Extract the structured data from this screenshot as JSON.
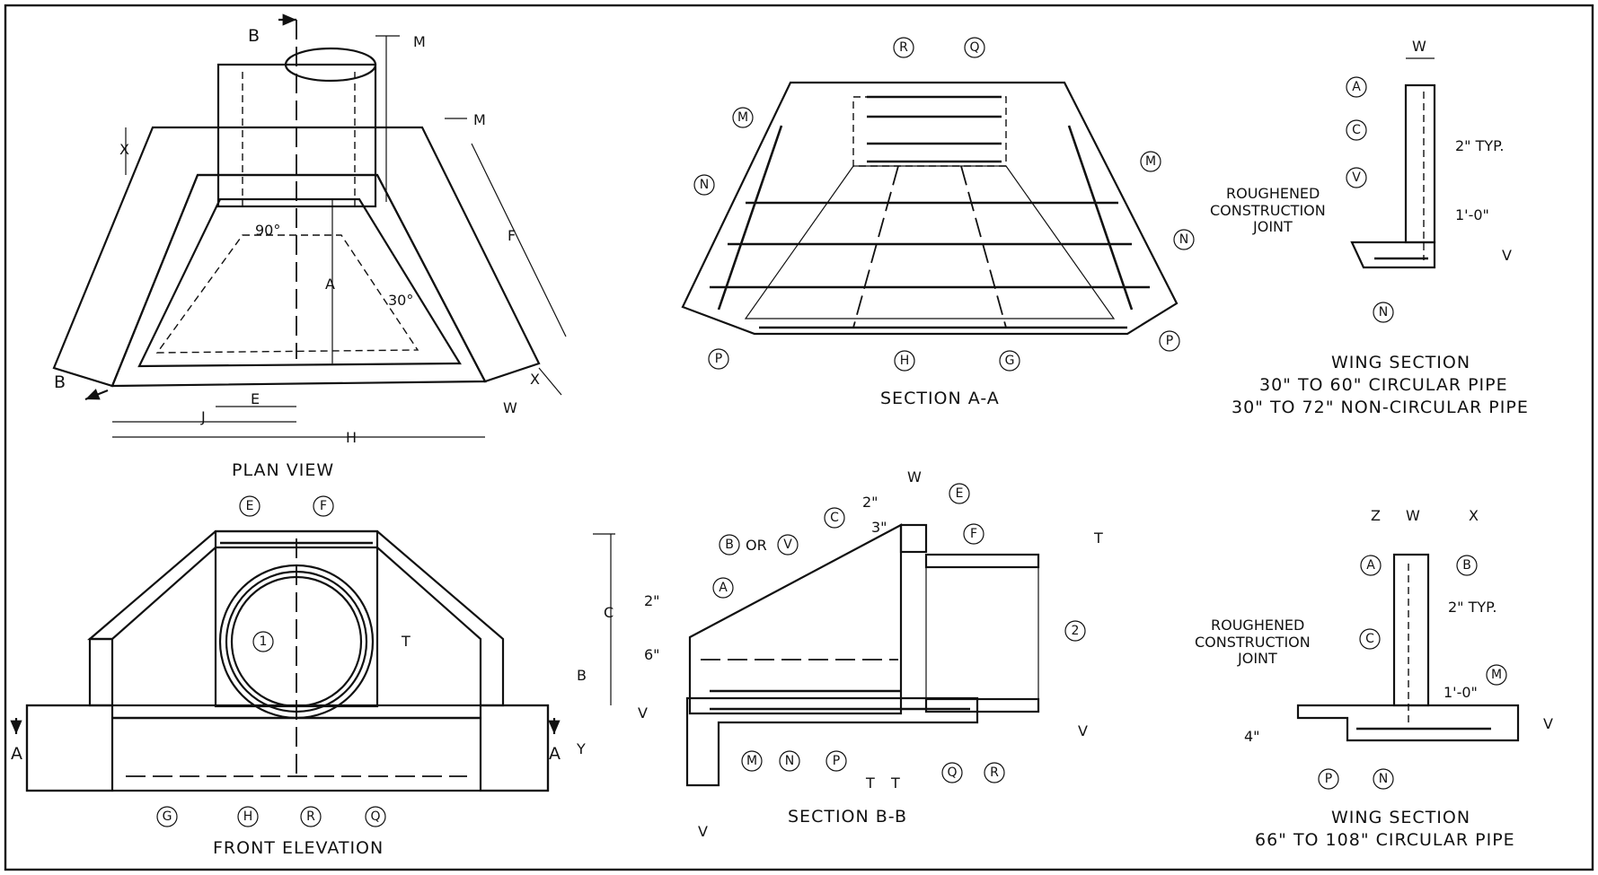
{
  "views": {
    "plan": {
      "title": "PLAN VIEW",
      "dims": {
        "b": "B",
        "m": "M",
        "x": "X",
        "f": "F",
        "a": "A",
        "e": "E",
        "j": "J",
        "h": "H",
        "w": "W"
      },
      "angles": {
        "right": "90°",
        "thirty": "30°"
      }
    },
    "section_aa": {
      "title": "SECTION A-A",
      "callouts": {
        "r": "R",
        "q": "Q",
        "m": "M",
        "n": "N",
        "p": "P",
        "h": "H",
        "g": "G"
      }
    },
    "wing_small": {
      "title": "WING SECTION",
      "subtitle_1": "30\" TO 60\" CIRCULAR PIPE",
      "subtitle_2": "30\" TO 72\" NON-CIRCULAR PIPE",
      "note_1": "ROUGHENED",
      "note_2": "CONSTRUCTION",
      "note_3": "JOINT",
      "dims": {
        "w": "W",
        "two_in": "2\" TYP.",
        "one_ft": "1'-0\"",
        "v": "V"
      },
      "callouts": {
        "a": "A",
        "c": "C",
        "v": "V",
        "n": "N"
      }
    },
    "front": {
      "title": "FRONT ELEVATION",
      "dims": {
        "c": "C",
        "t": "T",
        "b": "B",
        "y": "Y",
        "a": "A"
      },
      "callouts": {
        "e": "E",
        "f": "F",
        "one": "1",
        "g": "G",
        "h": "H",
        "r": "R",
        "q": "Q"
      }
    },
    "section_bb": {
      "title": "SECTION B-B",
      "dims": {
        "w": "W",
        "two_in": "2\"",
        "three_in": "3\"",
        "t": "T",
        "six_in": "6\"",
        "v": "V"
      },
      "or_text": "OR",
      "callouts": {
        "e": "E",
        "f": "F",
        "b": "B",
        "v": "V",
        "c": "C",
        "a": "A",
        "two": "2",
        "m": "M",
        "n": "N",
        "p": "P",
        "q": "Q",
        "r": "R"
      }
    },
    "wing_large": {
      "title": "WING SECTION",
      "subtitle_1": "66\" TO 108\" CIRCULAR PIPE",
      "note_1": "ROUGHENED",
      "note_2": "CONSTRUCTION",
      "note_3": "JOINT",
      "dims": {
        "z": "Z",
        "w": "W",
        "x": "X",
        "two_in": "2\" TYP.",
        "one_ft": "1'-0\"",
        "four_in": "4\"",
        "v": "V"
      },
      "callouts": {
        "a": "A",
        "b": "B",
        "c": "C",
        "m": "M",
        "p": "P",
        "n": "N"
      }
    }
  }
}
